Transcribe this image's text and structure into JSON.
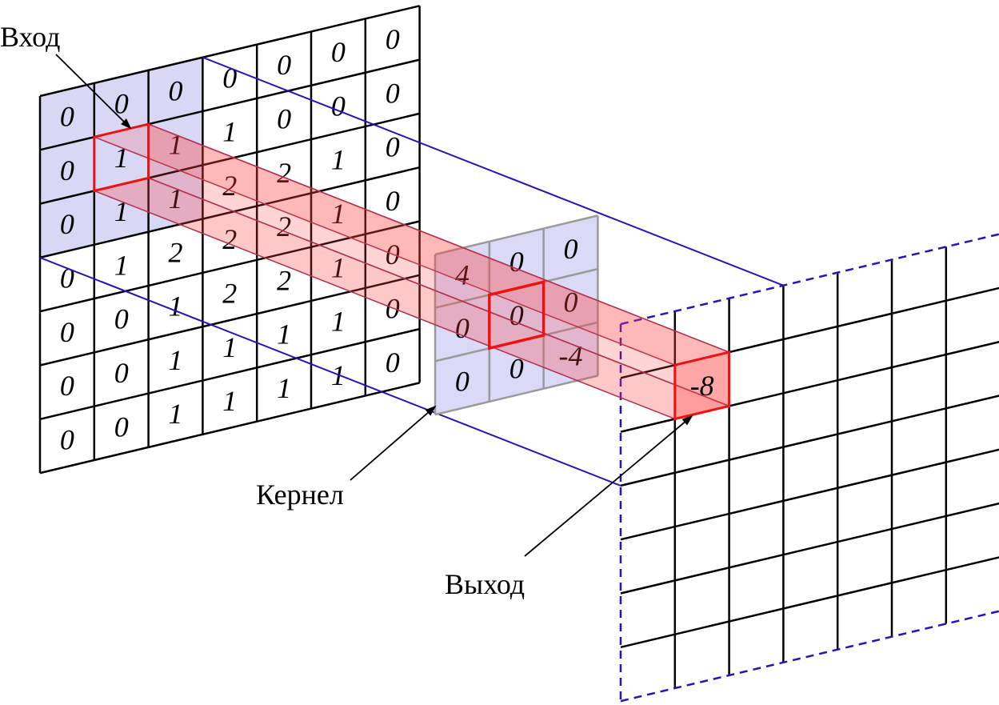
{
  "labels": {
    "input": "Вход",
    "kernel": "Кернел",
    "output": "Выход"
  },
  "input_grid": {
    "rows": 7,
    "cols": 7,
    "values": [
      [
        "0",
        "0",
        "0",
        "0",
        "0",
        "0",
        "0"
      ],
      [
        "0",
        "1",
        "1",
        "1",
        "0",
        "0",
        "0"
      ],
      [
        "0",
        "1",
        "1",
        "2",
        "2",
        "1",
        "0"
      ],
      [
        "0",
        "1",
        "2",
        "2",
        "2",
        "1",
        "0"
      ],
      [
        "0",
        "0",
        "1",
        "2",
        "2",
        "1",
        "0"
      ],
      [
        "0",
        "0",
        "1",
        "1",
        "1",
        "1",
        "0"
      ],
      [
        "0",
        "0",
        "1",
        "1",
        "1",
        "1",
        "0"
      ]
    ],
    "highlight_color": "#d8d8f5"
  },
  "kernel_grid": {
    "rows": 3,
    "cols": 3,
    "values": [
      [
        "4",
        "0",
        "0"
      ],
      [
        "0",
        "0",
        "0"
      ],
      [
        "0",
        "0",
        "-4"
      ]
    ],
    "fill_color": "#d8d8f5"
  },
  "output_grid": {
    "rows": 7,
    "cols": 7,
    "highlight_value": "-8"
  },
  "colors": {
    "grid_line": "#000000",
    "frame_line": "#2a12b8",
    "highlight_stroke": "#ee1111",
    "highlight_fill": "#ff3b3b"
  }
}
